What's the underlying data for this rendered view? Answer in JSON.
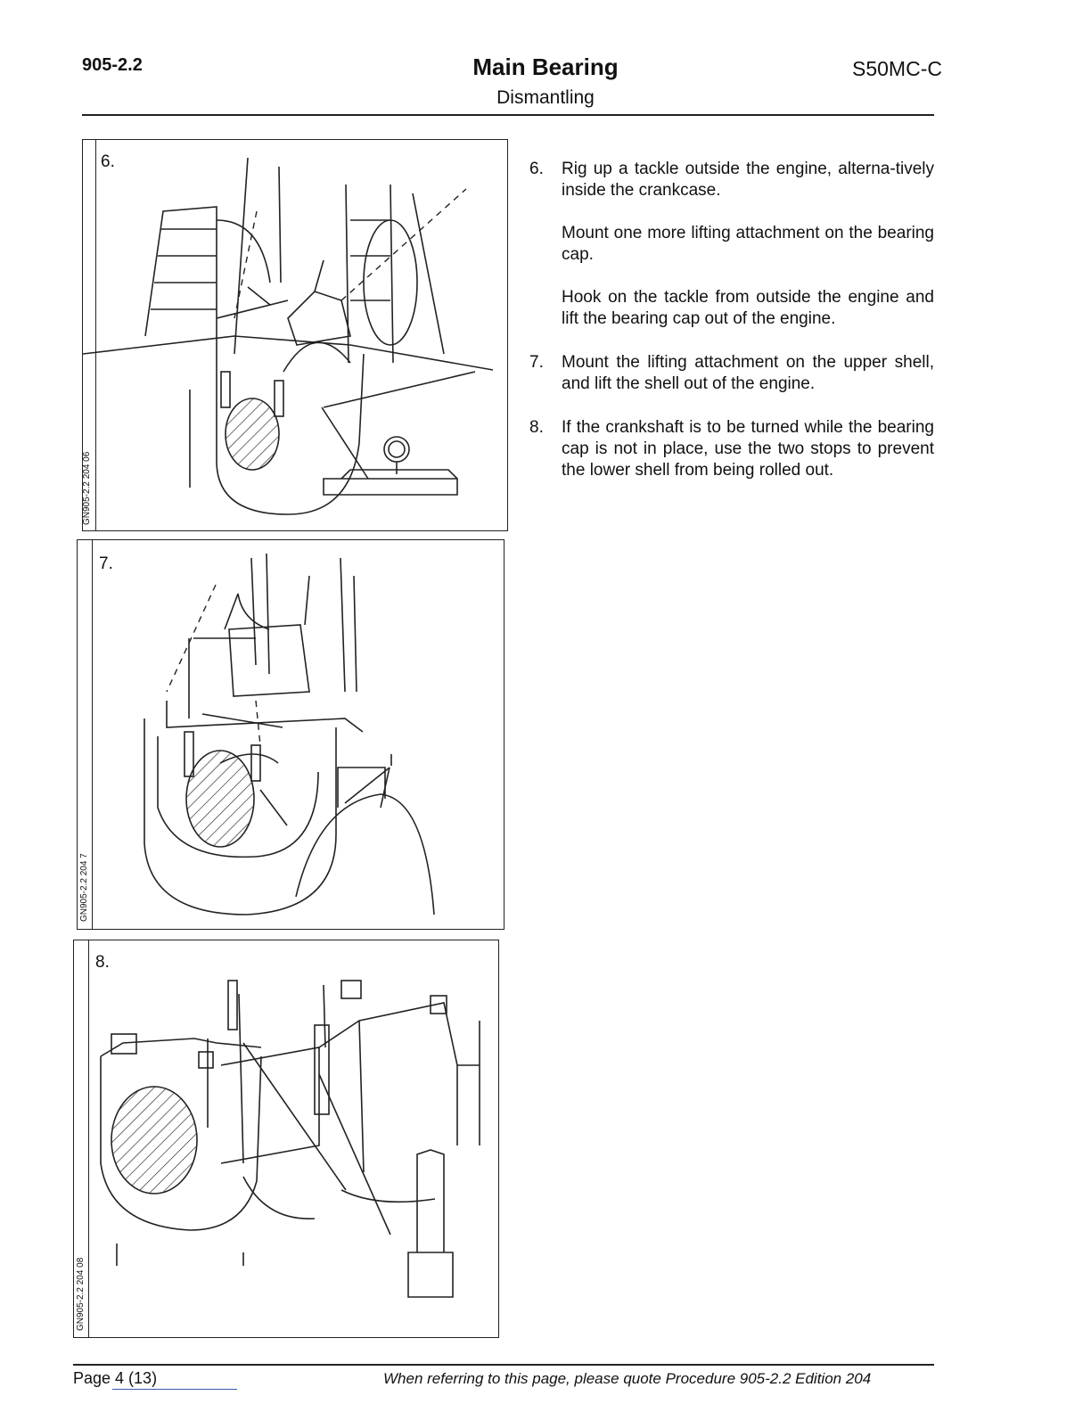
{
  "header": {
    "doc_number": "905-2.2",
    "title": "Main Bearing",
    "subtitle": "Dismantling",
    "engine_model": "S50MC-C"
  },
  "figures": [
    {
      "number": "6.",
      "code": "GN905-2.2 204 06"
    },
    {
      "number": "7.",
      "code": "GN905-2.2 204 7"
    },
    {
      "number": "8.",
      "code": "GN905-2.2 204 08"
    }
  ],
  "steps": [
    {
      "number": "6.",
      "paragraphs": [
        "Rig up a tackle outside the engine, alterna-tively inside the crankcase.",
        "Mount one more lifting attachment on the bearing cap.",
        "Hook on the tackle from outside the engine and lift the bearing cap out of the engine."
      ]
    },
    {
      "number": "7.",
      "paragraphs": [
        "Mount the lifting attachment on the upper shell, and lift the shell out of the engine."
      ]
    },
    {
      "number": "8.",
      "paragraphs": [
        "If the crankshaft is to be turned while the bearing cap is not in place, use the two stops to prevent the lower shell from being rolled out."
      ]
    }
  ],
  "footer": {
    "page": "Page 4 (13)",
    "reference": "When referring to this page, please quote Procedure 905-2.2 Edition 204"
  }
}
